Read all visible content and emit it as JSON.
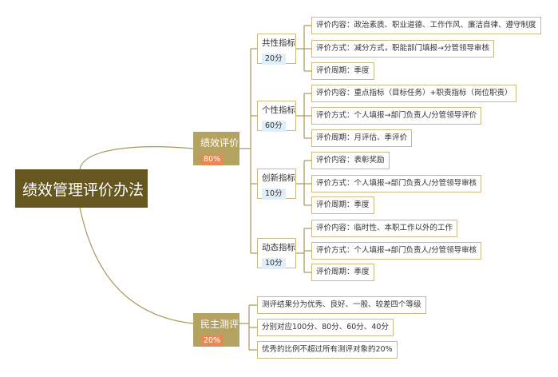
{
  "root": {
    "title": "绩效管理评价办法"
  },
  "performance": {
    "label": "绩效评价",
    "weight": "80%",
    "indicators": [
      {
        "label": "共性指标",
        "score": "20分",
        "items": [
          "评价内容：政治素质、职业道德、工作作风、廉洁自律、遵守制度",
          "评价方式：减分方式，职能部门填报→分管领导审核",
          "评价周期：季度"
        ]
      },
      {
        "label": "个性指标",
        "score": "60分",
        "items": [
          "评价内容：重点指标（目标任务）+职责指标（岗位职责）",
          "评价方式：个人填报→部门负责人/分管领导评价",
          "评价周期：月评估、季评价"
        ]
      },
      {
        "label": "创新指标",
        "score": "10分",
        "items": [
          "评价内容：表彰奖励",
          "评价方式：个人填报→部门负责人/分管领导审核",
          "评价周期：季度"
        ]
      },
      {
        "label": "动态指标",
        "score": "10分",
        "items": [
          "评价内容：临时性、本职工作以外的工作",
          "评价方式：个人填报→部门负责人/分管领导审核",
          "评价周期：季度"
        ]
      }
    ]
  },
  "democratic": {
    "label": "民主测评",
    "weight": "20%",
    "items": [
      "测评结果分为优秀、良好、一般、较差四个等级",
      "分别对应100分、80分、60分、40分",
      "优秀的比例不超过所有测评对象的20%"
    ]
  },
  "colors": {
    "root_bg": "#65571f",
    "main_bg": "#b4a261",
    "weight_badge": "#e58a52",
    "score_badge": "#dfeef8",
    "line": "#8a7a45",
    "box_border": "#c9b983"
  }
}
